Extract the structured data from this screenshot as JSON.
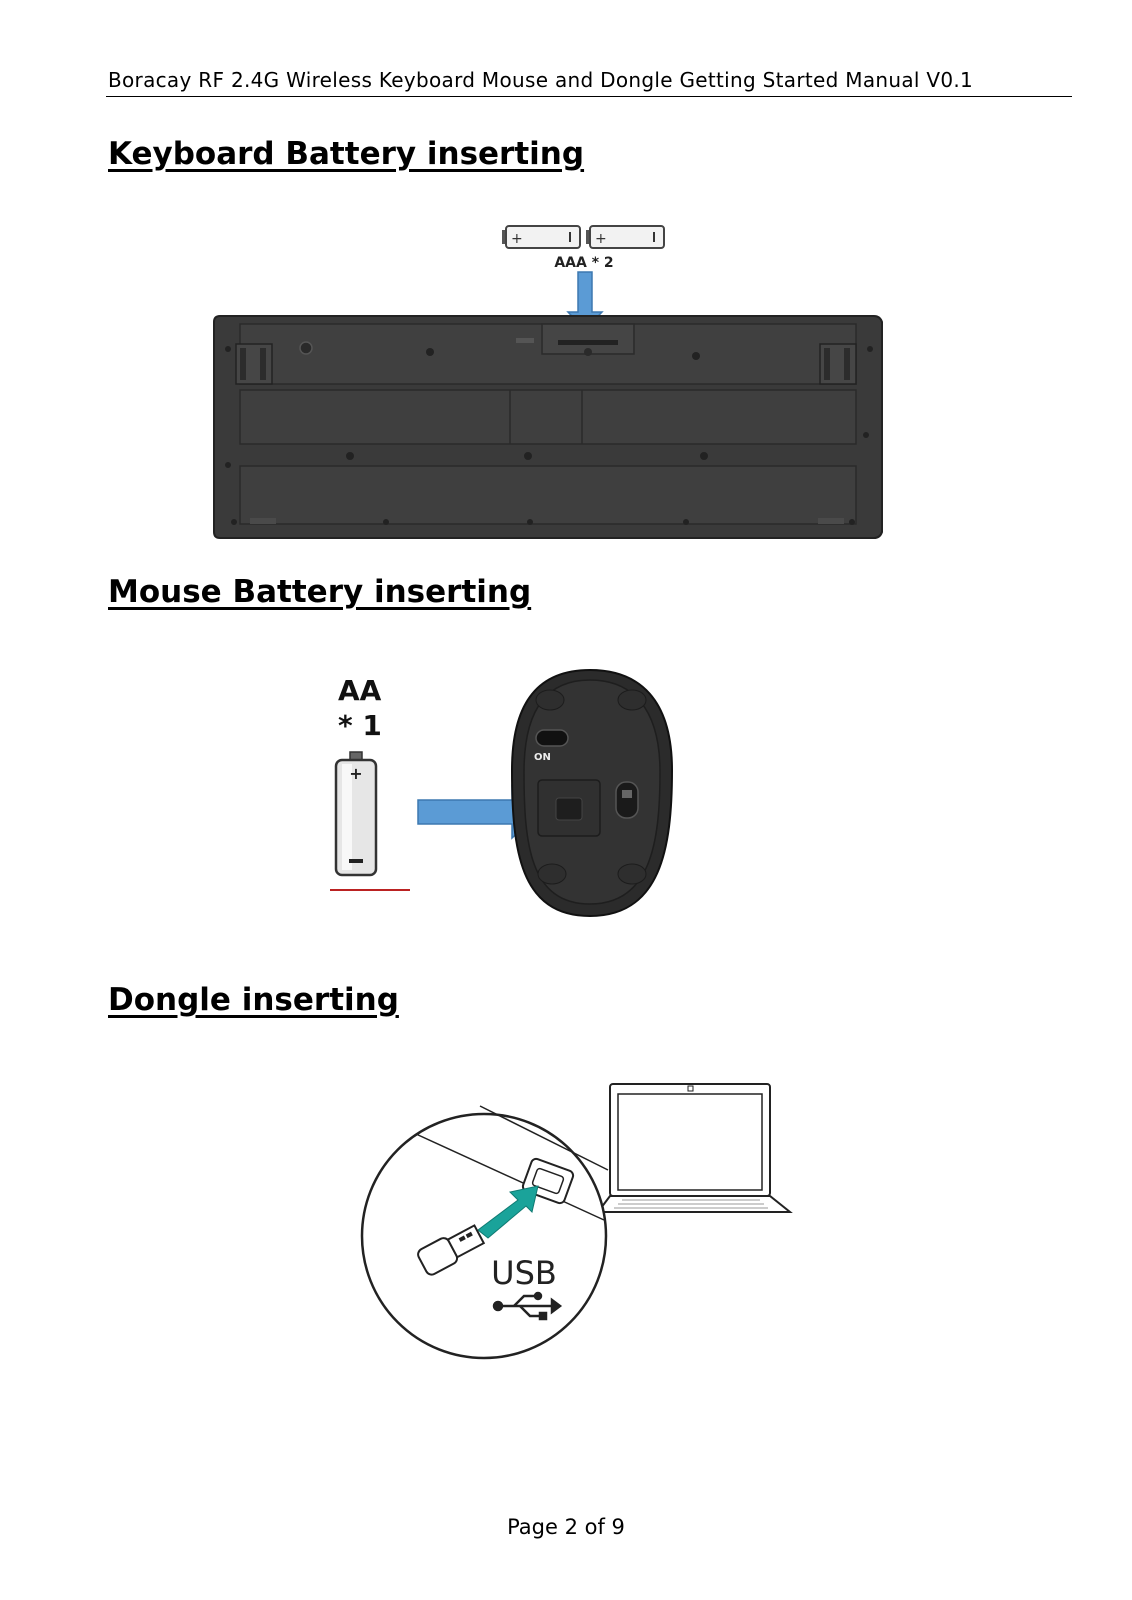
{
  "header": {
    "title": "Boracay RF 2.4G Wireless Keyboard Mouse and Dongle Getting Started Manual V0.1"
  },
  "sections": [
    {
      "title": "Keyboard Battery inserting",
      "figure_label": "AAA * 2"
    },
    {
      "title": "Mouse Battery inserting",
      "figure_label_line1": "AA",
      "figure_label_line2": "* 1",
      "switch_label": "ON"
    },
    {
      "title": "Dongle inserting",
      "figure_label": "USB"
    }
  ],
  "footer": {
    "page": "Page 2 of 9"
  },
  "colors": {
    "arrow_blue": "#5b9bd5",
    "arrow_teal": "#1aa39a",
    "device_dark": "#3a3a3a"
  }
}
